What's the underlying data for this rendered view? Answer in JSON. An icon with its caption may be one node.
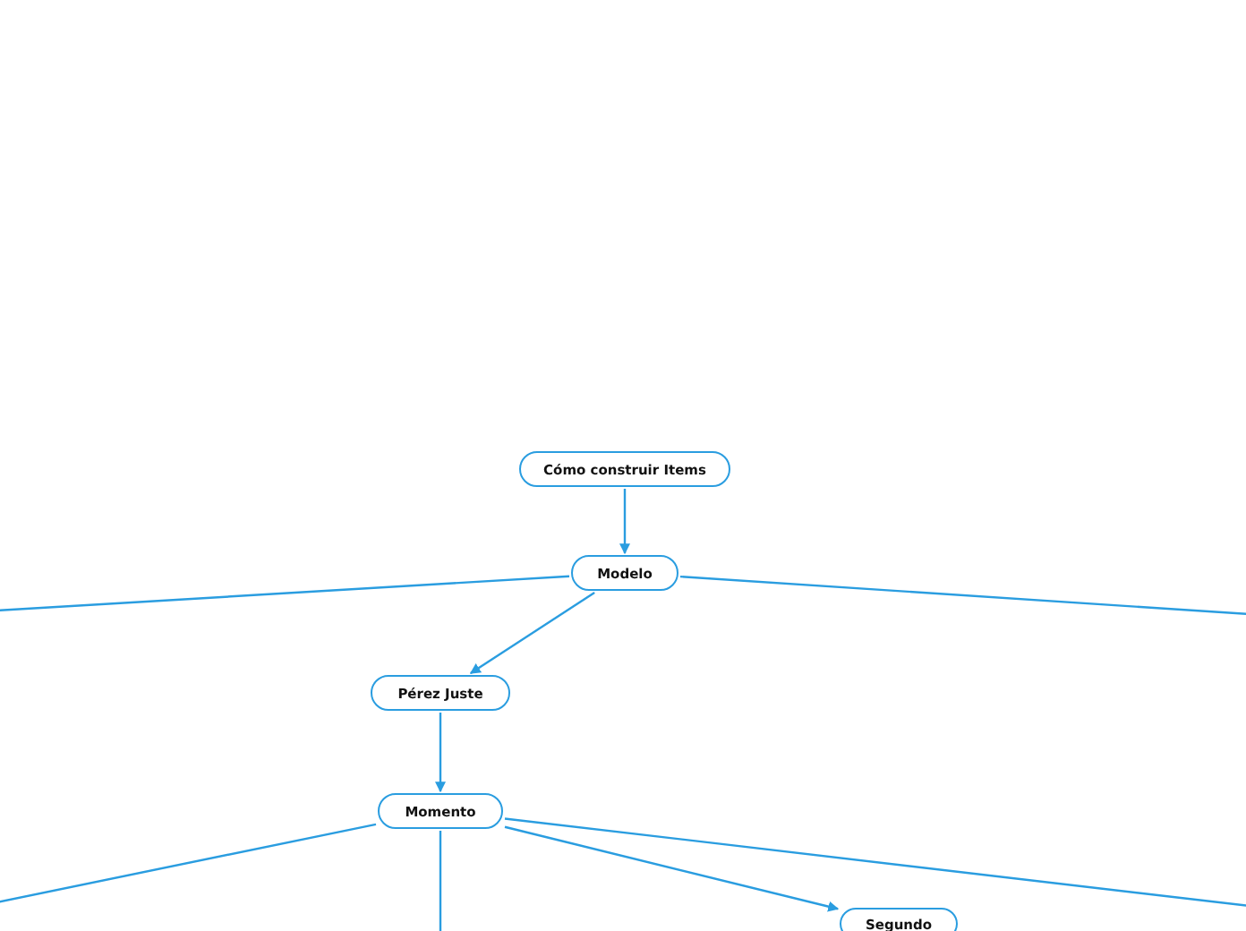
{
  "diagram": {
    "nodes": [
      {
        "text": [
          "Cómo construir Items"
        ]
      },
      {
        "text": [
          "Modelo"
        ]
      },
      {
        "text": [
          "Pérez Juste"
        ]
      },
      {
        "text": [
          "Momento"
        ]
      },
      {
        "text": [
          "Segundo"
        ]
      }
    ],
    "edges": [
      {
        "from": 0,
        "to": 1,
        "arrow": "to"
      },
      {
        "from": 1,
        "to": null,
        "arrow": "none"
      },
      {
        "from": 1,
        "to": null,
        "arrow": "none"
      },
      {
        "from": 1,
        "to": 2,
        "arrow": "to"
      },
      {
        "from": 2,
        "to": 3,
        "arrow": "to"
      },
      {
        "from": 3,
        "to": null,
        "arrow": "none"
      },
      {
        "from": 3,
        "to": null,
        "arrow": "none"
      },
      {
        "from": 3,
        "to": 4,
        "arrow": "to"
      },
      {
        "from": 3,
        "to": null,
        "arrow": "none"
      }
    ]
  }
}
